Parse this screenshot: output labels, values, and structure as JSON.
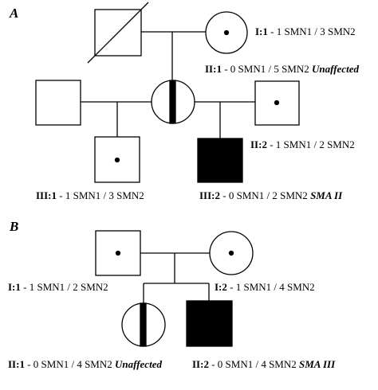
{
  "panels": [
    {
      "letter": "A",
      "labels": [
        {
          "id": "I:1",
          "text": " - 1 SMN1 / 3 SMN2",
          "status": ""
        },
        {
          "id": "II:1",
          "text": " - 0 SMN1 / 5 SMN2 ",
          "status": "Unaffected"
        },
        {
          "id": "II:2",
          "text": " - 1 SMN1 / 2 SMN2",
          "status": ""
        },
        {
          "id": "III:1",
          "text": " - 1 SMN1 / 3 SMN2",
          "status": ""
        },
        {
          "id": "III:2",
          "text": " - 0 SMN1 / 2 SMN2 ",
          "status": "SMA II"
        }
      ]
    },
    {
      "letter": "B",
      "labels": [
        {
          "id": "I:1",
          "text": " - 1 SMN1 / 2 SMN2",
          "status": ""
        },
        {
          "id": "I:2",
          "text": " - 1 SMN1 / 4 SMN2",
          "status": ""
        },
        {
          "id": "II:1",
          "text": " - 0 SMN1 / 4 SMN2 ",
          "status": "Unaffected"
        },
        {
          "id": "II:2",
          "text": " - 0 SMN1 / 4 SMN2 ",
          "status": "SMA III"
        }
      ]
    }
  ]
}
